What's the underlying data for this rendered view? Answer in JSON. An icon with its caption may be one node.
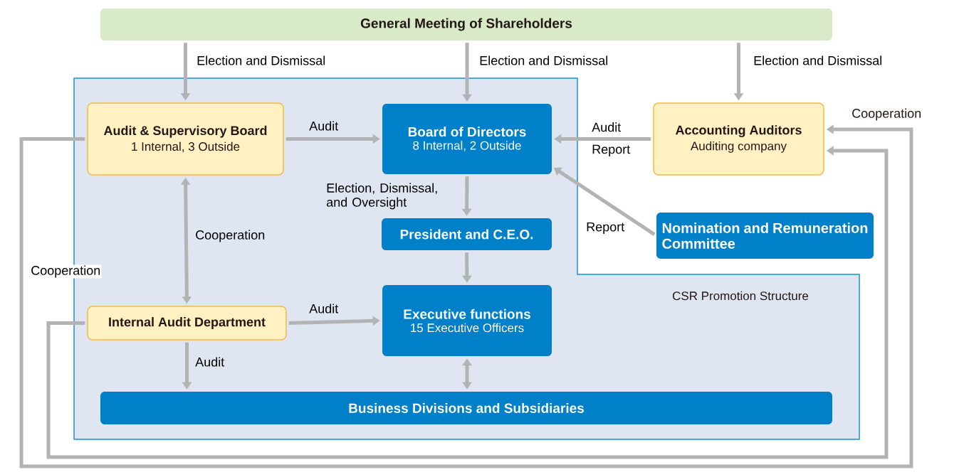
{
  "diagram": {
    "nodes": [
      {
        "text": [
          "General Meeting of Shareholders"
        ]
      },
      {
        "text": [
          "CSR Promotion Structure"
        ]
      },
      {
        "text": [
          "Audit & Supervisory Board",
          "1 Internal, 3 Outside"
        ],
        "in": 1
      },
      {
        "text": [
          "Board of Directors",
          "8 Internal, 2 Outside"
        ],
        "in": 1
      },
      {
        "text": [
          "Accounting Auditors",
          "Auditing company"
        ]
      },
      {
        "text": [
          "President and C.E.O."
        ],
        "in": 1
      },
      {
        "text": [
          "Nomination and Remuneration Committee"
        ]
      },
      {
        "text": [
          "Internal Audit Department"
        ],
        "in": 1
      },
      {
        "text": [
          "Executive functions",
          "15 Executive Officers"
        ],
        "in": 1
      },
      {
        "text": [
          "Business Divisions and Subsidiaries"
        ],
        "in": 1
      }
    ],
    "edges": [
      {
        "from": 0,
        "to": 2,
        "arrow": "to",
        "label": "Election and Dismissal"
      },
      {
        "from": 0,
        "to": 3,
        "arrow": "to",
        "label": "Election and Dismissal"
      },
      {
        "from": 0,
        "to": 4,
        "arrow": "to",
        "label": "Election and Dismissal"
      },
      {
        "from": 2,
        "to": 3,
        "arrow": "to",
        "label": "Audit"
      },
      {
        "from": 4,
        "to": 3,
        "arrow": "to",
        "label": "Audit Report"
      },
      {
        "from": 6,
        "to": 3,
        "arrow": "to",
        "label": "Report"
      },
      {
        "from": 3,
        "to": 5,
        "arrow": "to",
        "label": "Election, Dismissal, and Oversight"
      },
      {
        "from": 5,
        "to": 8,
        "arrow": "to"
      },
      {
        "from": 2,
        "to": 7,
        "arrow": "both",
        "label": "Cooperation"
      },
      {
        "from": 7,
        "to": 8,
        "arrow": "to",
        "label": "Audit"
      },
      {
        "from": 7,
        "to": 9,
        "arrow": "to",
        "label": "Audit"
      },
      {
        "from": 8,
        "to": 9,
        "arrow": "both"
      },
      {
        "from": 2,
        "to": 4,
        "arrow": "to",
        "label": "Cooperation"
      },
      {
        "from": 7,
        "to": 4,
        "arrow": "to"
      }
    ],
    "labels": [
      "Cooperation"
    ]
  }
}
